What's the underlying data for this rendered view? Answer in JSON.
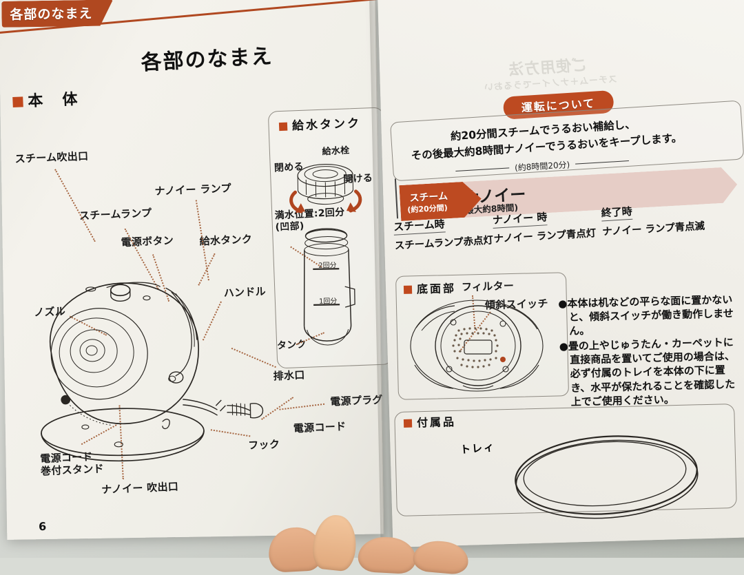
{
  "document": {
    "tab_label": "各部のなまえ",
    "page_title": "各部のなまえ",
    "page_number": "6",
    "accent_color": "#b04820",
    "nanoe_band_color": "#e6cdc6",
    "steam_band_color": "#bd4a21"
  },
  "left_page": {
    "section_body": "本　体",
    "labels": [
      {
        "id": "steam-outlet",
        "text": "スチーム吹出口"
      },
      {
        "id": "nanoe-lamp",
        "text": "ナノイー ランプ"
      },
      {
        "id": "steam-lamp",
        "text": "スチームランプ"
      },
      {
        "id": "power-button",
        "text": "電源ボタン"
      },
      {
        "id": "water-tank",
        "text": "給水タンク"
      },
      {
        "id": "nozzle",
        "text": "ノズル"
      },
      {
        "id": "handle",
        "text": "ハンドル"
      },
      {
        "id": "drain-port",
        "text": "排水口"
      },
      {
        "id": "power-plug",
        "text": "電源プラグ"
      },
      {
        "id": "power-cord",
        "text": "電源コード"
      },
      {
        "id": "hook",
        "text": "フック"
      },
      {
        "id": "cord-stand-line1",
        "text": "電源コード"
      },
      {
        "id": "cord-stand-line2",
        "text": "巻付スタンド"
      },
      {
        "id": "nanoe-outlet",
        "text": "ナノイー 吹出口"
      }
    ],
    "tank_box": {
      "heading": "給水タンク",
      "cap_label": "給水栓",
      "close_label": "閉める",
      "open_label": "開ける",
      "full_line1": "満水位置:2回分",
      "full_line2": "(凹部)",
      "mark_two": "2回分",
      "mark_one": "1回分",
      "tank_label": "タンク"
    }
  },
  "right_page": {
    "operation": {
      "pill": "運転について",
      "desc_line1": "約20分間スチームでうるおい補給し、",
      "desc_line2": "その後最大約8時間ナノイーでうるおいをキープします。",
      "total_time": "(約8時間20分)",
      "steam_band_title": "スチーム",
      "steam_band_sub": "(約20分間)",
      "nanoe_band_title": "ナノイー",
      "nanoe_band_sub": "(最大約8時間)",
      "status": [
        {
          "header": "スチーム時",
          "value": "スチームランプ赤点灯"
        },
        {
          "header": "ナノイー 時",
          "value": "ナノイー ランプ青点灯"
        },
        {
          "header": "終了時",
          "value": "ナノイー ランプ青点滅"
        }
      ]
    },
    "bottom_section": {
      "heading": "底面部",
      "filter_label": "フィルター",
      "tilt_switch_label": "傾斜スイッチ",
      "bullets": [
        "●本体は机などの平らな面に置かないと、傾斜スイッチが働き動作しません。",
        "●畳の上やじゅうたん・カーペットに直接商品を置いてご使用の場合は、必ず付属のトレイを本体の下に置き、水平が保たれることを確認した上でご使用ください。"
      ]
    },
    "accessories": {
      "heading": "付属品",
      "tray_label": "トレィ"
    }
  }
}
